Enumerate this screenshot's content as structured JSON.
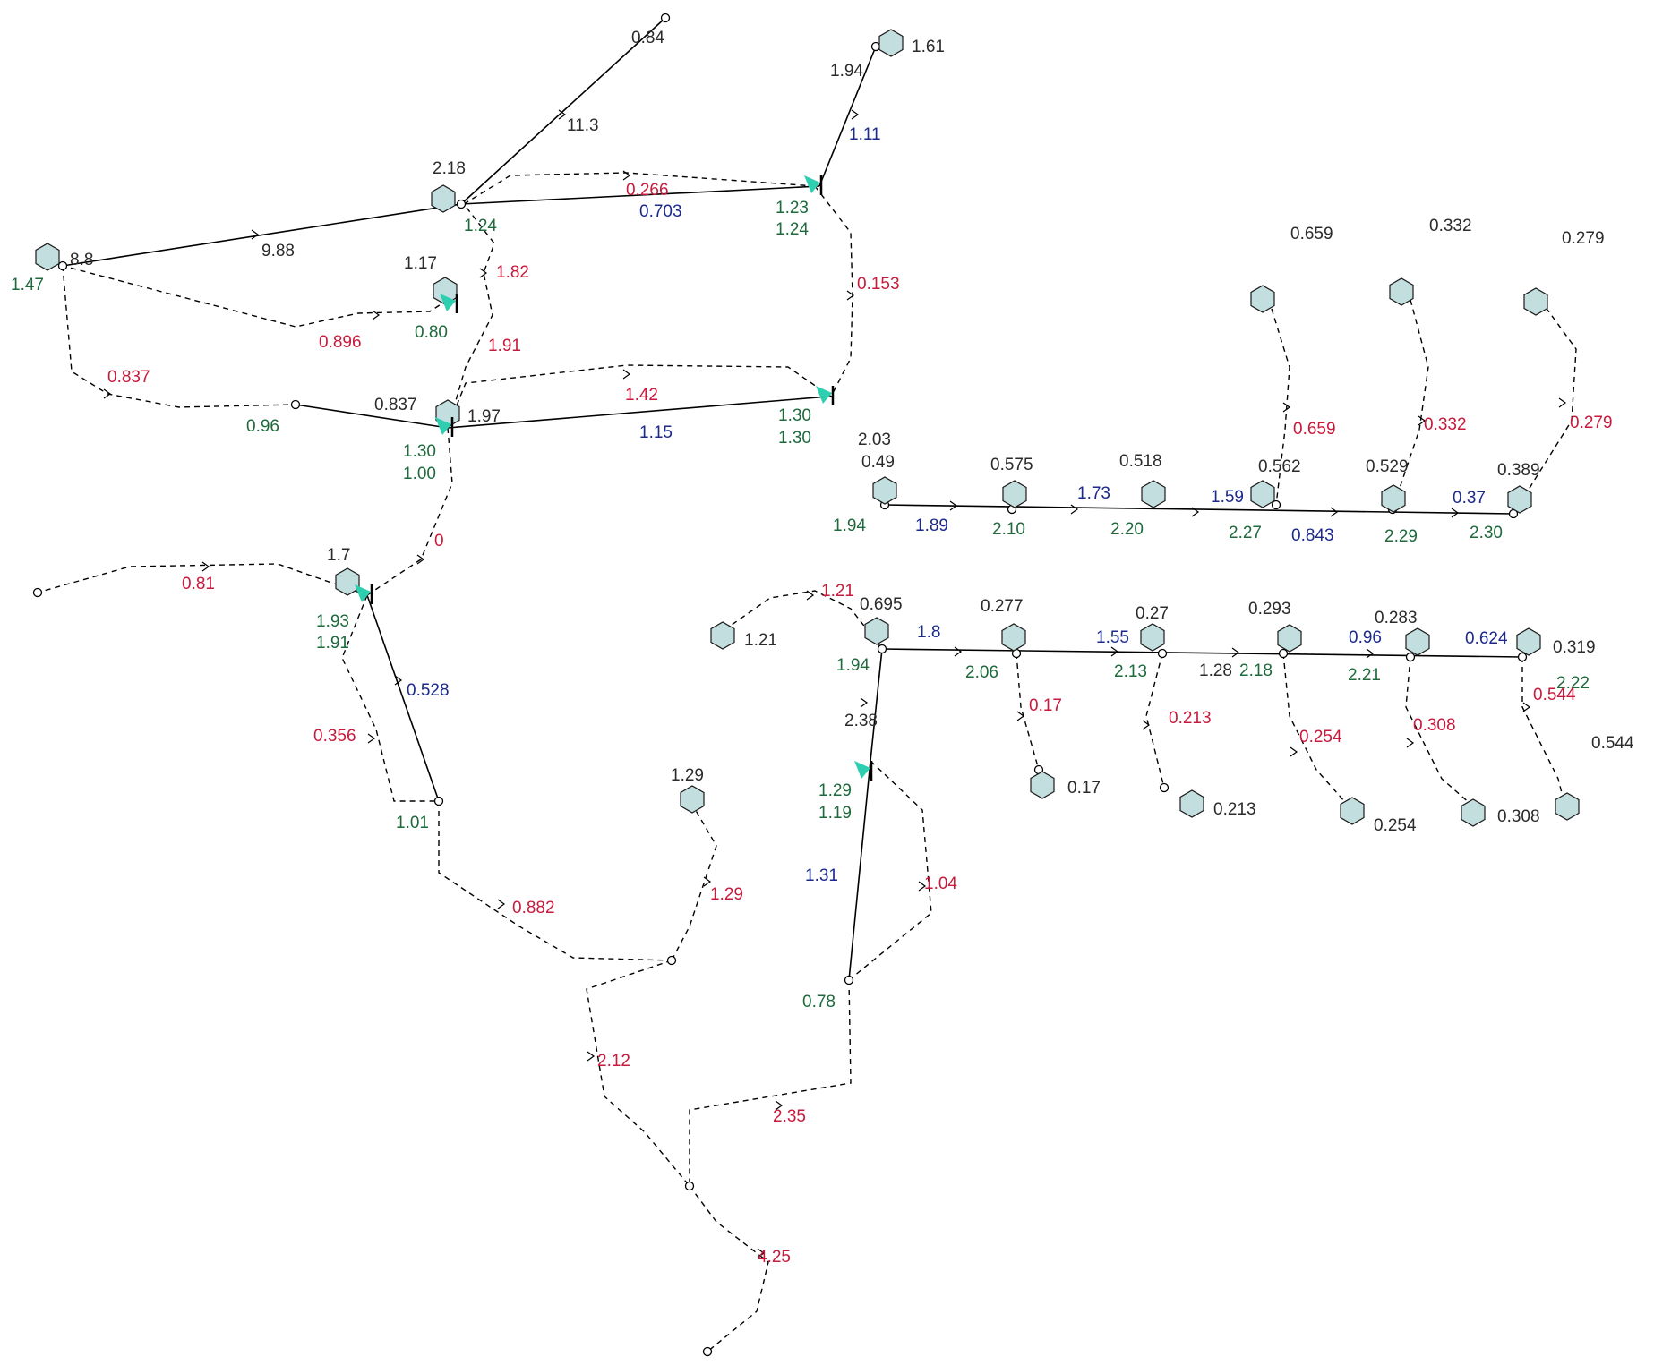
{
  "colors": {
    "background": "#ffffff",
    "line": "#000000",
    "node_fill": "#c3dede",
    "node_stroke": "#1a1a1a",
    "valve_fill": "#2ecfb0",
    "label_black": "#2b2b2b",
    "label_red": "#c81a3c",
    "label_blue": "#1c2a8c",
    "label_green": "#1e6a3c"
  },
  "icons": {
    "hexagon_node": "hexagon-node-icon",
    "valve": "valve-icon",
    "junction": "junction-circle-icon",
    "flow_arrow": "flow-arrow-icon"
  },
  "labels": [
    {
      "t": "0.84",
      "c": "black"
    },
    {
      "t": "1.61",
      "c": "black"
    },
    {
      "t": "1.94",
      "c": "black"
    },
    {
      "t": "11.3",
      "c": "black"
    },
    {
      "t": "1.11",
      "c": "blue"
    },
    {
      "t": "2.18",
      "c": "black"
    },
    {
      "t": "0.266",
      "c": "red"
    },
    {
      "t": "0.703",
      "c": "blue"
    },
    {
      "t": "1.23",
      "c": "green"
    },
    {
      "t": "1.24",
      "c": "green"
    },
    {
      "t": "1.24",
      "c": "green"
    },
    {
      "t": "8.8",
      "c": "black"
    },
    {
      "t": "1.47",
      "c": "green"
    },
    {
      "t": "9.88",
      "c": "black"
    },
    {
      "t": "1.17",
      "c": "black"
    },
    {
      "t": "1.82",
      "c": "red"
    },
    {
      "t": "0.896",
      "c": "red"
    },
    {
      "t": "0.80",
      "c": "green"
    },
    {
      "t": "0.153",
      "c": "red"
    },
    {
      "t": "1.91",
      "c": "red"
    },
    {
      "t": "0.837",
      "c": "red"
    },
    {
      "t": "0.837",
      "c": "black"
    },
    {
      "t": "1.97",
      "c": "black"
    },
    {
      "t": "1.42",
      "c": "red"
    },
    {
      "t": "0.96",
      "c": "green"
    },
    {
      "t": "1.15",
      "c": "blue"
    },
    {
      "t": "1.30",
      "c": "green"
    },
    {
      "t": "1.30",
      "c": "green"
    },
    {
      "t": "1.30",
      "c": "green"
    },
    {
      "t": "1.00",
      "c": "green"
    },
    {
      "t": "2.03",
      "c": "black"
    },
    {
      "t": "0.49",
      "c": "black"
    },
    {
      "t": "0",
      "c": "red"
    },
    {
      "t": "0.659",
      "c": "black"
    },
    {
      "t": "0.332",
      "c": "black"
    },
    {
      "t": "0.279",
      "c": "black"
    },
    {
      "t": "0.659",
      "c": "red"
    },
    {
      "t": "0.332",
      "c": "red"
    },
    {
      "t": "0.279",
      "c": "red"
    },
    {
      "t": "0.575",
      "c": "black"
    },
    {
      "t": "0.518",
      "c": "black"
    },
    {
      "t": "0.562",
      "c": "black"
    },
    {
      "t": "0.529",
      "c": "black"
    },
    {
      "t": "0.389",
      "c": "black"
    },
    {
      "t": "1.73",
      "c": "blue"
    },
    {
      "t": "1.59",
      "c": "blue"
    },
    {
      "t": "0.37",
      "c": "blue"
    },
    {
      "t": "1.94",
      "c": "green"
    },
    {
      "t": "1.89",
      "c": "blue"
    },
    {
      "t": "2.10",
      "c": "green"
    },
    {
      "t": "2.20",
      "c": "green"
    },
    {
      "t": "2.27",
      "c": "green"
    },
    {
      "t": "0.843",
      "c": "blue"
    },
    {
      "t": "2.29",
      "c": "green"
    },
    {
      "t": "2.30",
      "c": "green"
    },
    {
      "t": "1.7",
      "c": "black"
    },
    {
      "t": "0.81",
      "c": "red"
    },
    {
      "t": "1.93",
      "c": "green"
    },
    {
      "t": "1.91",
      "c": "green"
    },
    {
      "t": "0.528",
      "c": "blue"
    },
    {
      "t": "0.356",
      "c": "red"
    },
    {
      "t": "1.01",
      "c": "green"
    },
    {
      "t": "1.21",
      "c": "red"
    },
    {
      "t": "0.695",
      "c": "black"
    },
    {
      "t": "1.21",
      "c": "black"
    },
    {
      "t": "1.8",
      "c": "blue"
    },
    {
      "t": "0.277",
      "c": "black"
    },
    {
      "t": "0.27",
      "c": "black"
    },
    {
      "t": "0.293",
      "c": "black"
    },
    {
      "t": "0.283",
      "c": "black"
    },
    {
      "t": "1.55",
      "c": "blue"
    },
    {
      "t": "0.96",
      "c": "blue"
    },
    {
      "t": "0.624",
      "c": "blue"
    },
    {
      "t": "0.319",
      "c": "black"
    },
    {
      "t": "1.94",
      "c": "green"
    },
    {
      "t": "2.06",
      "c": "green"
    },
    {
      "t": "2.13",
      "c": "green"
    },
    {
      "t": "1.28",
      "c": "black"
    },
    {
      "t": "2.18",
      "c": "green"
    },
    {
      "t": "2.21",
      "c": "green"
    },
    {
      "t": "2.22",
      "c": "green"
    },
    {
      "t": "0.544",
      "c": "red"
    },
    {
      "t": "0.17",
      "c": "red"
    },
    {
      "t": "0.213",
      "c": "red"
    },
    {
      "t": "0.254",
      "c": "red"
    },
    {
      "t": "0.308",
      "c": "red"
    },
    {
      "t": "0.544",
      "c": "black"
    },
    {
      "t": "2.38",
      "c": "black"
    },
    {
      "t": "0.17",
      "c": "black"
    },
    {
      "t": "0.213",
      "c": "black"
    },
    {
      "t": "0.254",
      "c": "black"
    },
    {
      "t": "0.308",
      "c": "black"
    },
    {
      "t": "1.29",
      "c": "black"
    },
    {
      "t": "1.29",
      "c": "green"
    },
    {
      "t": "1.19",
      "c": "green"
    },
    {
      "t": "1.31",
      "c": "blue"
    },
    {
      "t": "1.04",
      "c": "red"
    },
    {
      "t": "1.29",
      "c": "red"
    },
    {
      "t": "0.882",
      "c": "red"
    },
    {
      "t": "0.78",
      "c": "green"
    },
    {
      "t": "2.12",
      "c": "red"
    },
    {
      "t": "2.35",
      "c": "red"
    },
    {
      "t": "4.25",
      "c": "red"
    }
  ]
}
